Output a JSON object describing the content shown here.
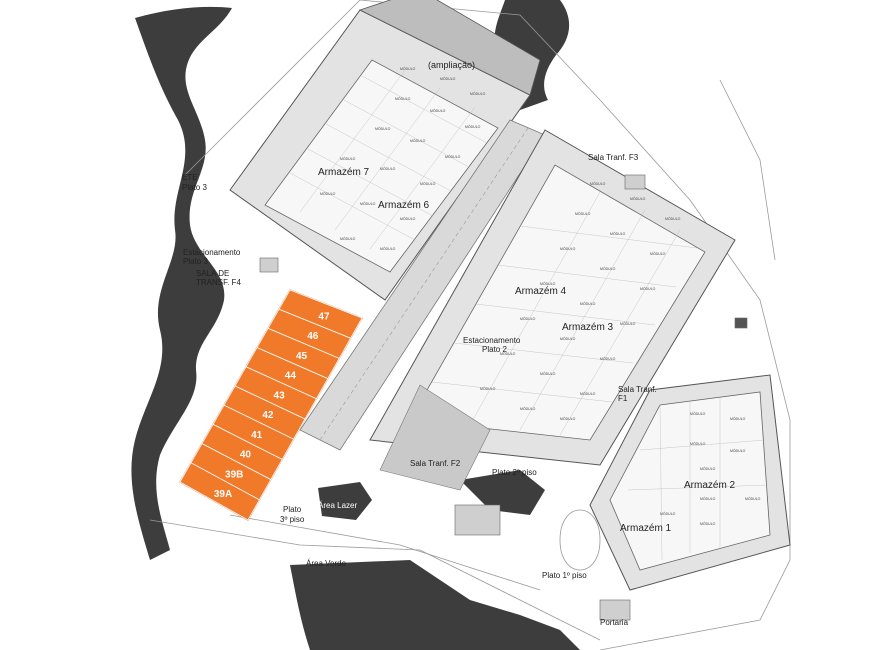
{
  "map": {
    "labels": {
      "ampliacao": "(ampliação)",
      "ete": "ETE",
      "plato3": "Plato 3",
      "armazem7": "Armazém 7",
      "armazem6": "Armazém 6",
      "estacionamento_plato3_a": "Estacionamento",
      "estacionamento_plato3_b": "Plato 3",
      "sala_transf_f4_a": "SALA DE",
      "sala_transf_f4_b": "TRANSF. F4",
      "sala_tranf_f3": "Sala Tranf. F3",
      "armazem4": "Armazém 4",
      "armazem3": "Armazém 3",
      "estacionamento_plato2_a": "Estacionamento",
      "estacionamento_plato2_b": "Plato 2",
      "sala_tranf_f1_a": "Sala Tranf.",
      "sala_tranf_f1_b": "F1",
      "sala_tranf_f2": "Sala Tranf. F2",
      "plato_2_piso": "Plato 2º piso",
      "plato_3_piso_a": "Plato",
      "plato_3_piso_b": "3º piso",
      "area_lazer": "Área Lazer",
      "area_verde": "Área Verde",
      "armazem2": "Armazém 2",
      "armazem1": "Armazém 1",
      "plato_1_piso": "Plato 1º piso",
      "portaria": "Portaria"
    },
    "module_label": "MÓDULO",
    "units": [
      "47",
      "46",
      "45",
      "44",
      "43",
      "42",
      "41",
      "40",
      "39B",
      "39A"
    ],
    "colors": {
      "highlight": "#f07a2a",
      "highlight_edge": "#c9581a",
      "terrain_dark": "#3d3d3d",
      "building_fill": "#e3e3e3",
      "building_line": "#555555"
    }
  }
}
